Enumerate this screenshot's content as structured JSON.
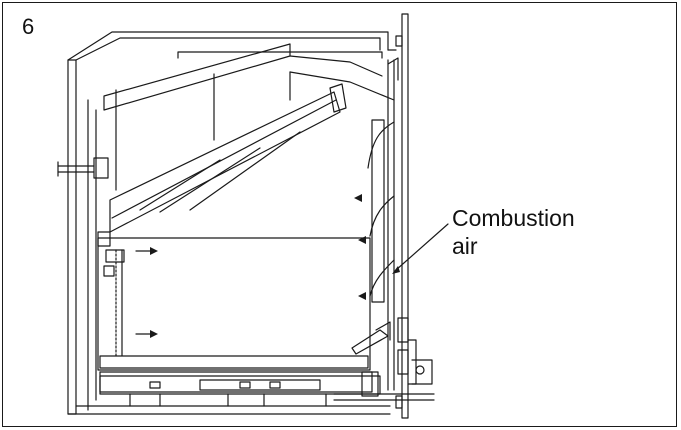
{
  "figure": {
    "number": "6",
    "callout_line1": "Combustion",
    "callout_line2": "air",
    "ink_color": "#1a1a1a"
  }
}
